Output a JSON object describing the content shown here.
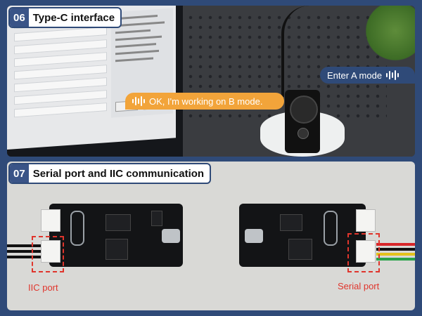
{
  "sections": [
    {
      "number": "06",
      "title": "Type-C interface"
    },
    {
      "number": "07",
      "title": "Serial port and IIC communication"
    }
  ],
  "bubbles": {
    "enter_mode": "Enter A mode",
    "working_mode": "OK, I'm working on B mode."
  },
  "labels": {
    "iic_port": "IIC port",
    "serial_port": "Serial port"
  },
  "colors": {
    "frame": "#2f4a78",
    "tag_number_bg": "#3a5487",
    "orange_bubble": "#f2a43a",
    "label_red": "#e0352c"
  }
}
